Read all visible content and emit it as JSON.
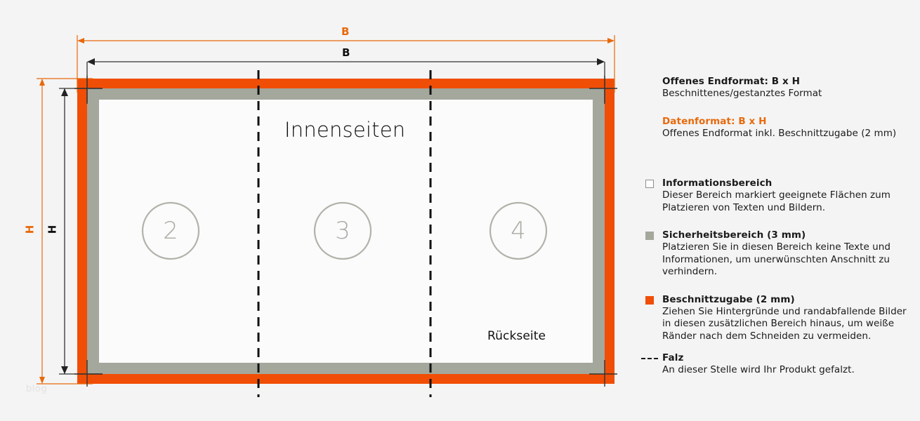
{
  "colors": {
    "bleed_orange": "#f04e06",
    "accent_orange": "#e8690b",
    "safety_gray": "#a3a79c",
    "ink": "#1a1a1a",
    "page_bg": "#f4f4f4",
    "content_white": "#fbfbfb",
    "circle_gray": "#a9aca3"
  },
  "diagram": {
    "heading": "Innenseiten",
    "back_page_label": "Rückseite",
    "page_numbers": [
      "2",
      "3",
      "4"
    ],
    "dimension_labels": {
      "width_bleed": "B",
      "width_trim": "B",
      "height_bleed": "H",
      "height_trim": "H"
    },
    "watermark": "blog"
  },
  "legend": {
    "items": [
      {
        "marker": "none",
        "title": "Offenes Endformat: B x H",
        "title_color": "ink",
        "body": "Beschnittenes/gestanztes Format"
      },
      {
        "marker": "none",
        "title": "Datenformat: B x H",
        "title_color": "accent",
        "body": "Offenes Endformat inkl. Beschnittzugabe (2 mm)"
      },
      {
        "marker": "white-square",
        "title": "Informationsbereich",
        "title_color": "ink",
        "body": "Dieser Bereich markiert geeignete Flächen zum Platzieren von Texten und Bildern."
      },
      {
        "marker": "gray-square",
        "title": "Sicherheitsbereich (3 mm)",
        "title_color": "ink",
        "body": "Platzieren Sie in diesen Bereich keine Texte und Informationen, um unerwünschten Anschnitt zu verhindern."
      },
      {
        "marker": "orange-square",
        "title": "Beschnittzugabe (2 mm)",
        "title_color": "ink",
        "body": "Ziehen Sie Hintergründe und randabfallende Bilder in diesen zusätzlichen Bereich hinaus, um weiße Ränder nach dem Schneiden zu vermeiden."
      },
      {
        "marker": "dashed-line",
        "title": "Falz",
        "title_color": "ink",
        "body": "An dieser Stelle wird Ihr Produkt gefalzt."
      }
    ]
  }
}
